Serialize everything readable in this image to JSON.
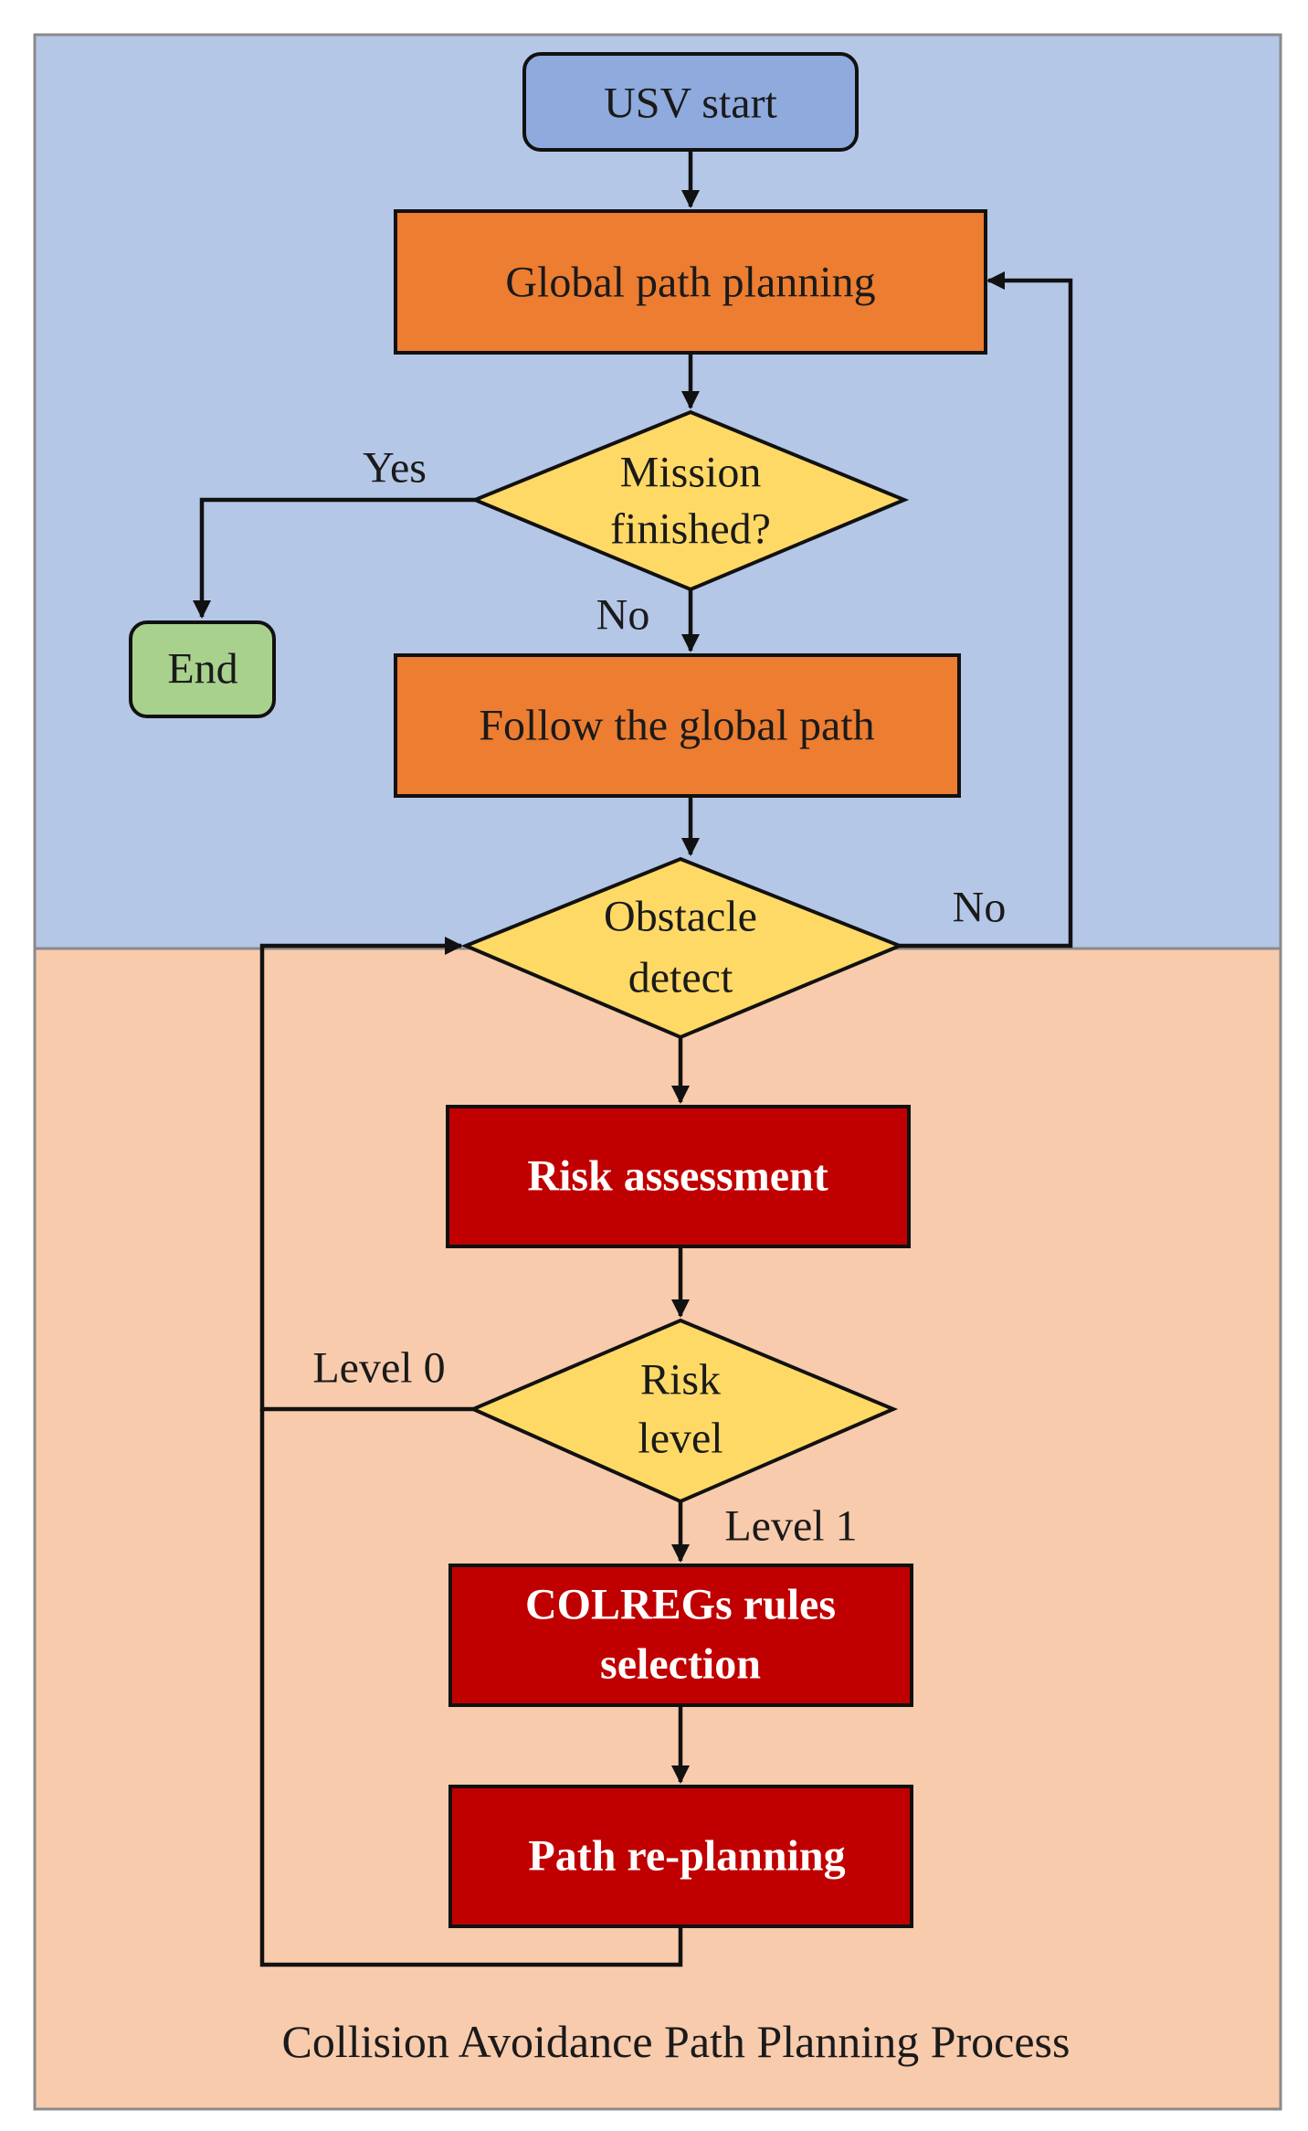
{
  "colors": {
    "top_region": "#b4c7e7",
    "bottom_region": "#f8cbad",
    "start_node": "#8faadc",
    "process_orange": "#ed7d31",
    "decision_yellow": "#ffd966",
    "end_node": "#a9d18e",
    "process_red": "#c00000"
  },
  "nodes": {
    "usv_start": "USV start",
    "global_path_planning": "Global path planning",
    "mission_finished_line1": "Mission",
    "mission_finished_line2": "finished?",
    "end": "End",
    "follow_global_path": "Follow the global path",
    "obstacle_detect_line1": "Obstacle",
    "obstacle_detect_line2": "detect",
    "risk_assessment": "Risk assessment",
    "risk_level_line1": "Risk",
    "risk_level_line2": "level",
    "colregs_line1": "COLREGs rules",
    "colregs_line2": "selection",
    "path_replanning": "Path re-planning"
  },
  "edge_labels": {
    "yes": "Yes",
    "no_mission": "No",
    "no_obstacle": "No",
    "level0": "Level 0",
    "level1": "Level 1"
  },
  "caption": "Collision Avoidance Path Planning Process"
}
